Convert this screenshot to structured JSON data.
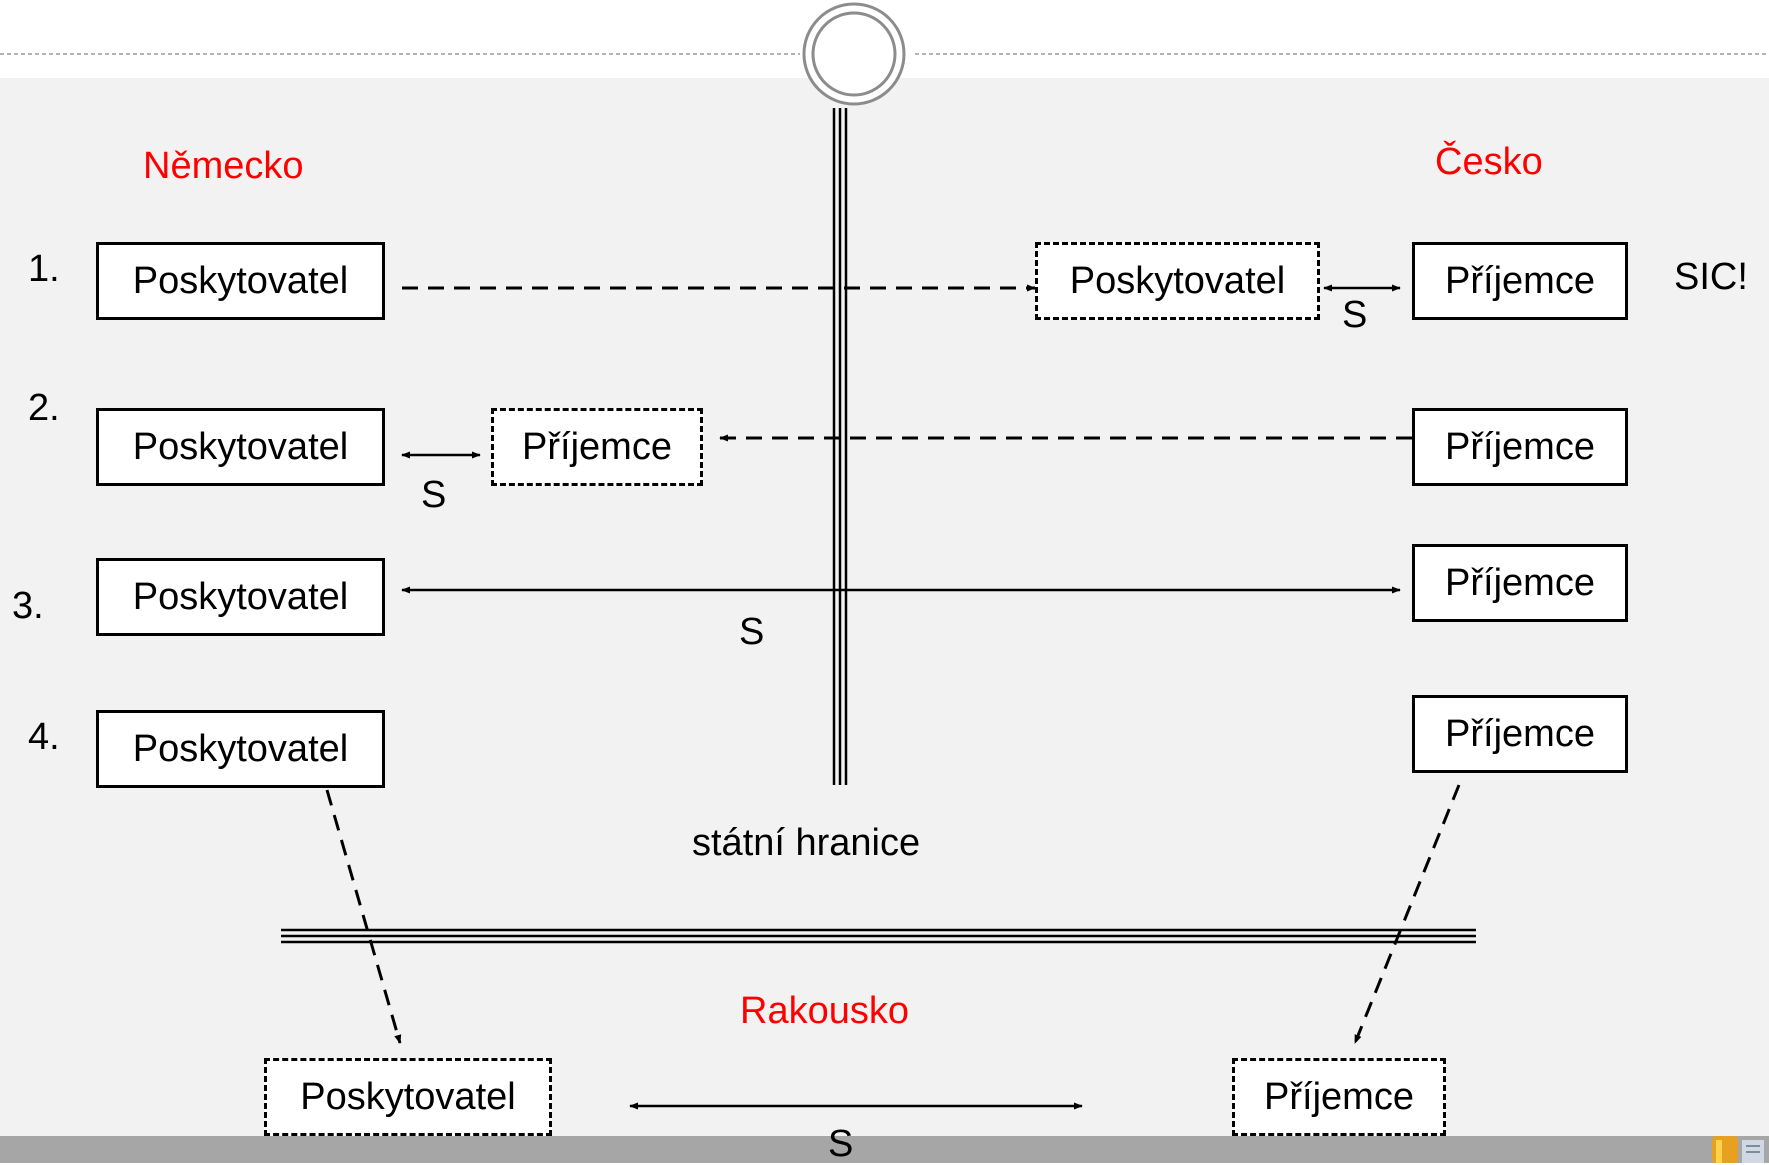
{
  "countries": {
    "germany": "Německo",
    "czechia": "Česko",
    "austria": "Rakousko"
  },
  "border_label": "státní hranice",
  "note": "SIC!",
  "service_label": "S",
  "rows": [
    {
      "number": "1.",
      "provider": "Poskytovatel",
      "provider_moved": "Poskytovatel",
      "recipient": "Příjemce"
    },
    {
      "number": "2.",
      "provider": "Poskytovatel",
      "recipient_moved": "Příjemce",
      "recipient": "Příjemce"
    },
    {
      "number": "3.",
      "provider": "Poskytovatel",
      "recipient": "Příjemce"
    },
    {
      "number": "4.",
      "provider": "Poskytovatel",
      "recipient": "Příjemce",
      "provider_moved": "Poskytovatel",
      "recipient_moved": "Příjemce"
    }
  ],
  "colors": {
    "country_label": "#ff0000",
    "text": "#000000",
    "background": "#f2f2f2",
    "bottom_bar": "#a6a6a6"
  }
}
